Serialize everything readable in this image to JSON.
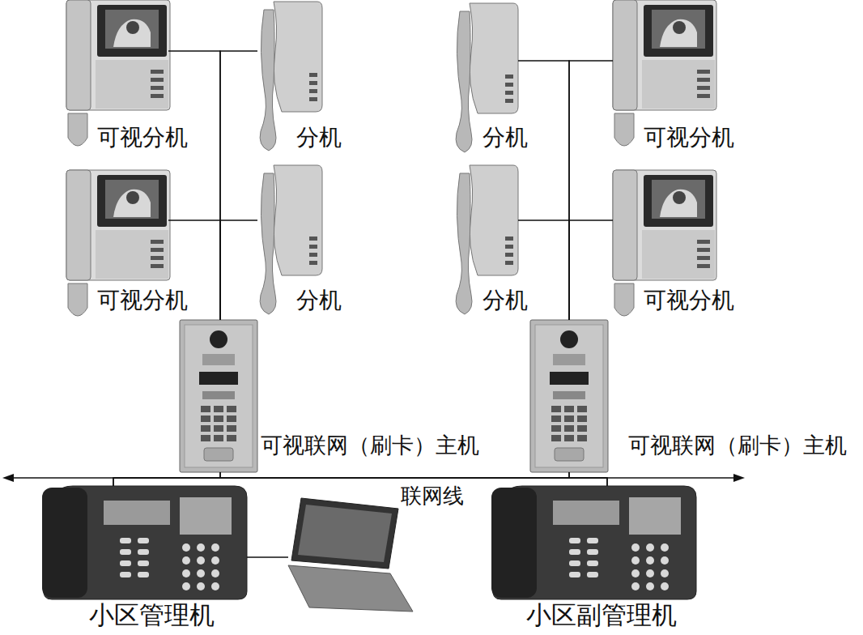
{
  "diagram": {
    "nodes": [
      {
        "text": [
          "可视分机"
        ]
      },
      {
        "text": [
          "分机"
        ]
      },
      {
        "text": [
          "可视分机"
        ]
      },
      {
        "text": [
          "分机"
        ]
      },
      {
        "text": [
          "可视联网（刷卡）主机"
        ]
      },
      {
        "text": [
          "分机"
        ]
      },
      {
        "text": [
          "可视分机"
        ]
      },
      {
        "text": [
          "分机"
        ]
      },
      {
        "text": [
          "可视分机"
        ]
      },
      {
        "text": [
          "可视联网（刷卡）主机"
        ]
      },
      {
        "text": [
          "小区管理机"
        ]
      },
      {
        "text": [
          "小区副管理机"
        ]
      }
    ],
    "edges": [
      {
        "from": 4,
        "to": 0,
        "arrow": "none"
      },
      {
        "from": 4,
        "to": 1,
        "arrow": "none"
      },
      {
        "from": 4,
        "to": 2,
        "arrow": "none"
      },
      {
        "from": 4,
        "to": 3,
        "arrow": "none"
      },
      {
        "from": 9,
        "to": 5,
        "arrow": "none"
      },
      {
        "from": 9,
        "to": 6,
        "arrow": "none"
      },
      {
        "from": 9,
        "to": 7,
        "arrow": "none"
      },
      {
        "from": 9,
        "to": 8,
        "arrow": "none"
      },
      {
        "from": 4,
        "to": 10,
        "arrow": "none"
      },
      {
        "from": 4,
        "to": 11,
        "arrow": "none"
      },
      {
        "from": 9,
        "to": 10,
        "arrow": "none"
      },
      {
        "from": 9,
        "to": 11,
        "arrow": "none"
      }
    ],
    "labels": [
      "联网线"
    ]
  }
}
